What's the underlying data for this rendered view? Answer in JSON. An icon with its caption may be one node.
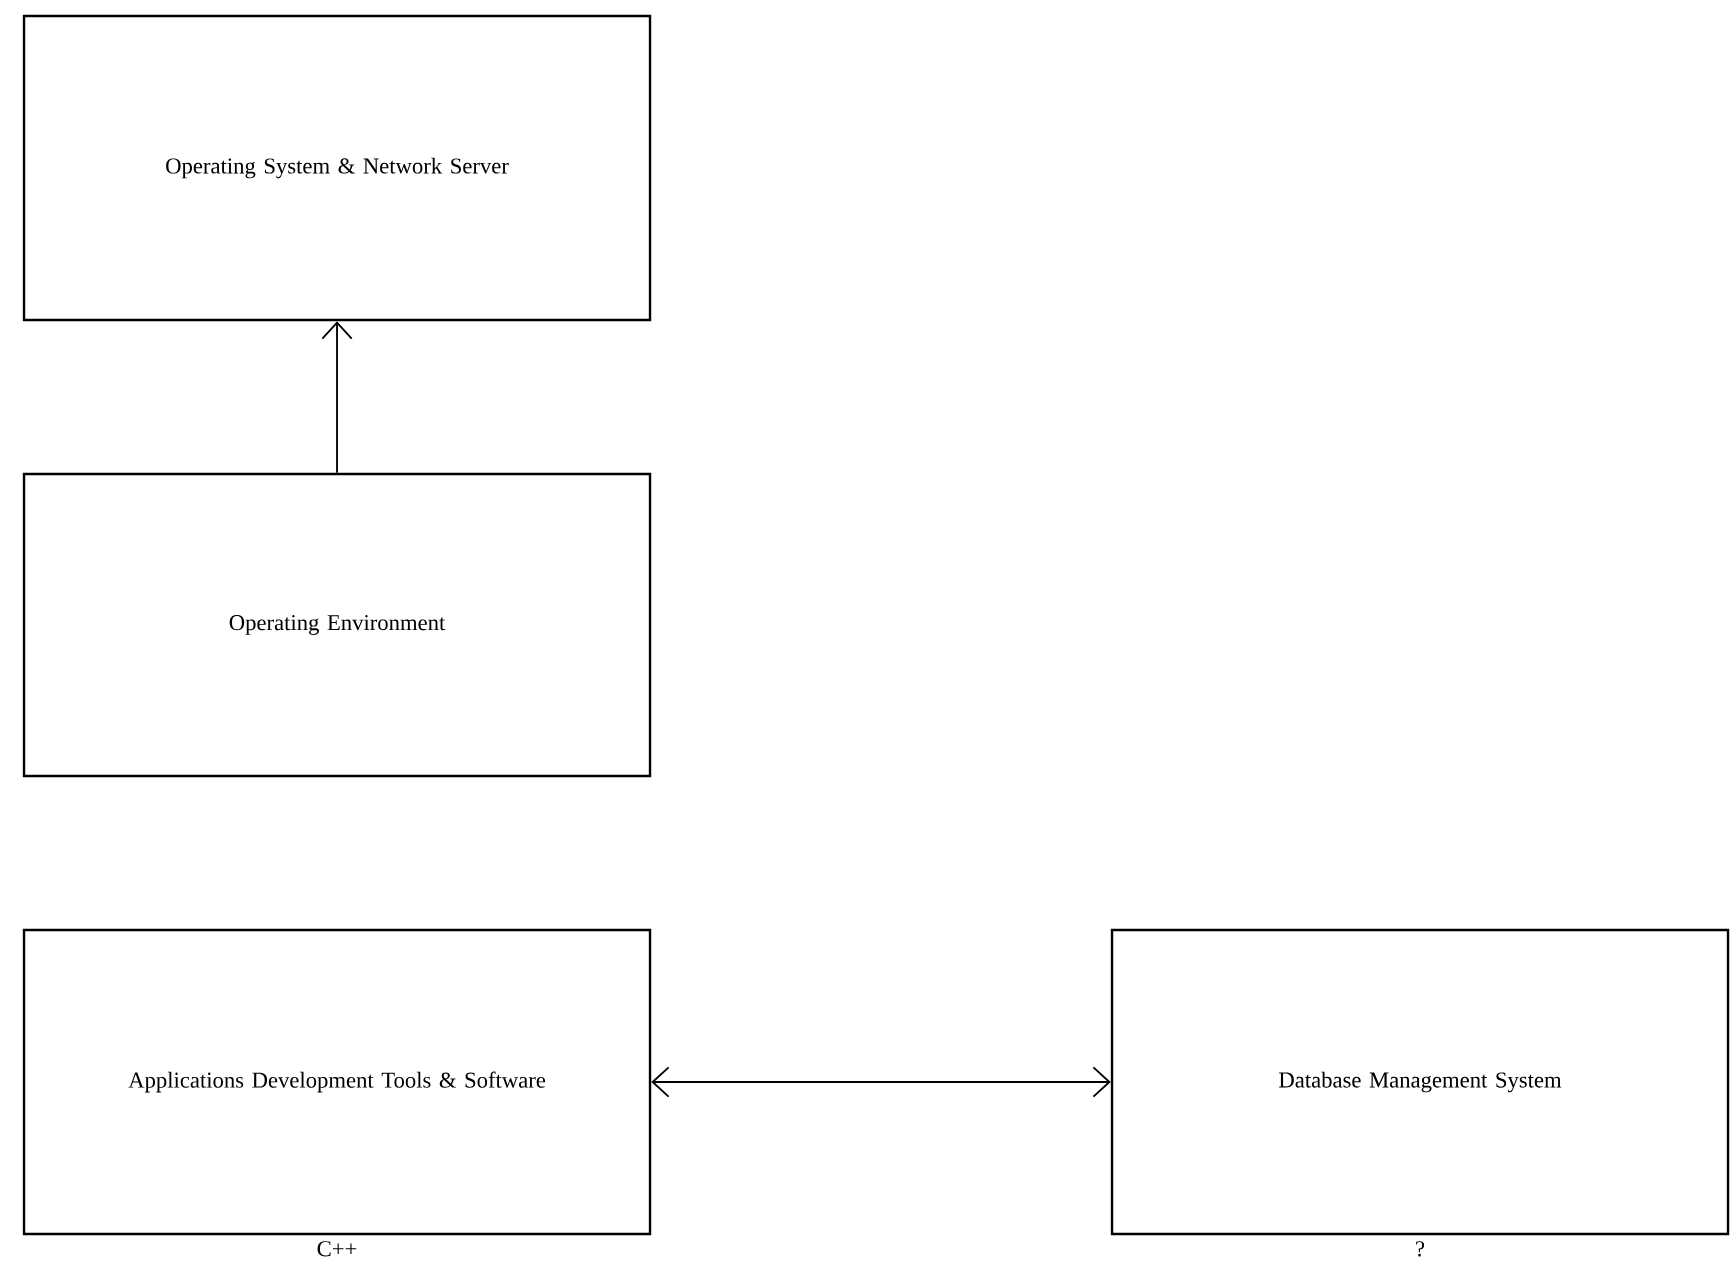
{
  "diagram": {
    "nodes": [
      {
        "text": [
          "Operating System & Network Server"
        ]
      },
      {
        "text": [
          "Operating Environment"
        ]
      },
      {
        "text": [
          "Applications Development Tools & Software"
        ],
        "beside": [
          "C++"
        ]
      },
      {
        "text": [
          "Database Management System"
        ],
        "beside": [
          "?"
        ]
      }
    ],
    "edges": [
      {
        "from": 1,
        "to": 0,
        "arrow": "to"
      },
      {
        "from": 2,
        "to": 3,
        "arrow": "both"
      }
    ]
  }
}
